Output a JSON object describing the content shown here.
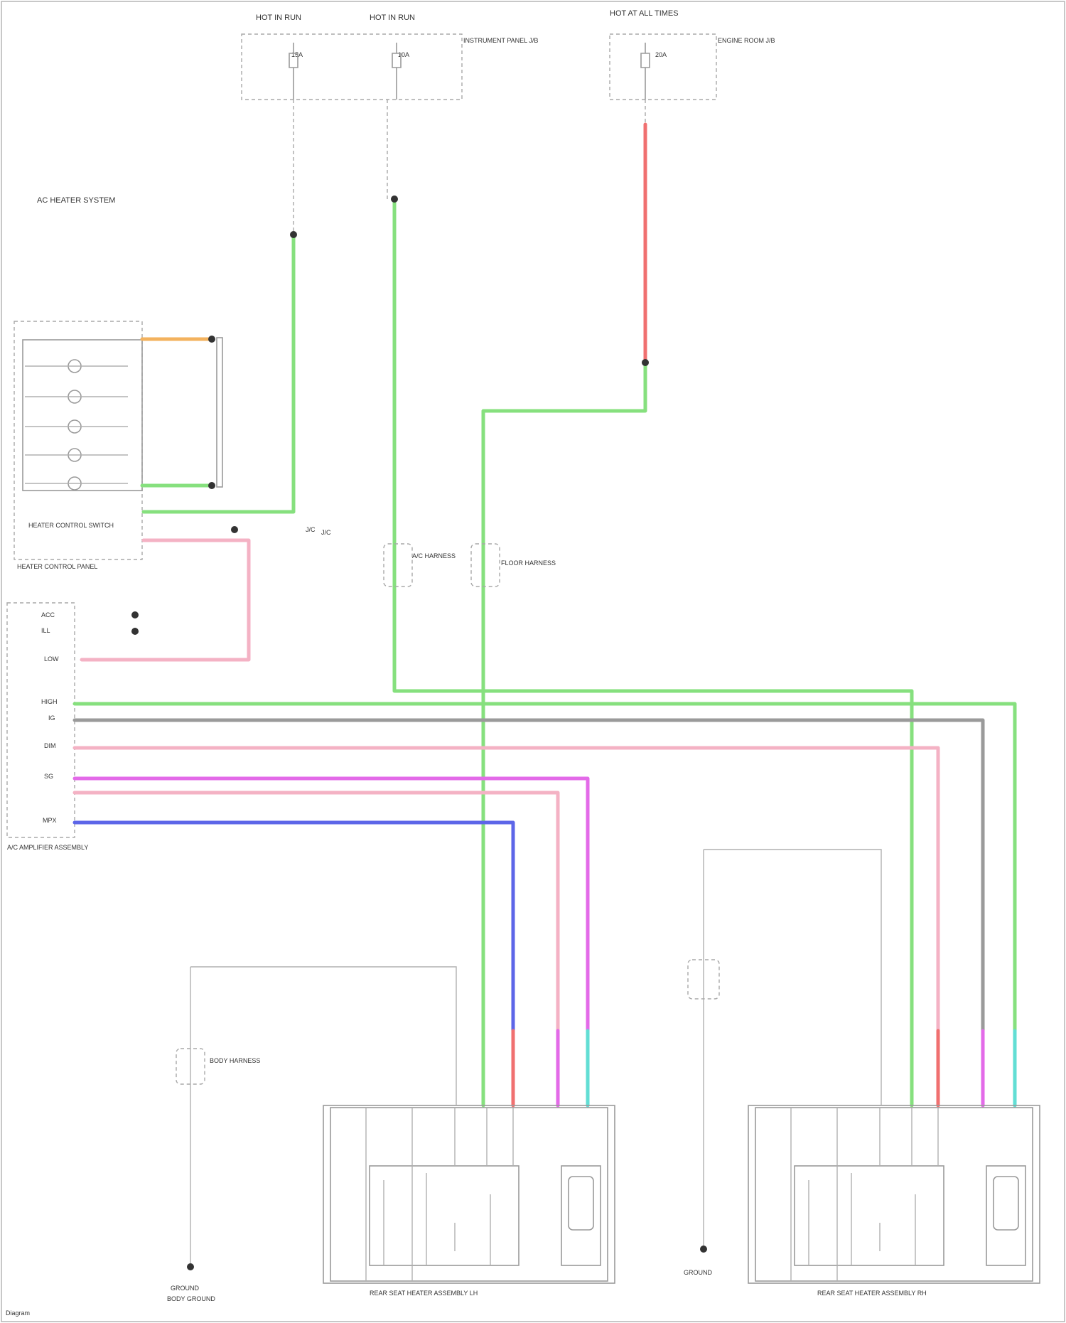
{
  "colors": {
    "green": "#86e07e",
    "red": "#f07070",
    "pink": "#f4b2c4",
    "magenta": "#e36ae8",
    "gray": "#9a9a9a",
    "blue": "#5d66e8",
    "orange": "#f3b25e",
    "cyan": "#62ded4"
  },
  "labels": {
    "top_fuse_1": "HOT IN RUN",
    "top_fuse_2": "HOT IN RUN",
    "top_fuse_3": "HOT AT ALL TIMES",
    "fuse_a": "15A",
    "fuse_b": "10A",
    "fuse_c": "20A",
    "fuse_box_left": "INSTRUMENT PANEL J/B",
    "fuse_box_right": "ENGINE ROOM J/B",
    "system_note": "AC HEATER SYSTEM",
    "switch_panel": "HEATER CONTROL SWITCH",
    "switch_block": "HEATER CONTROL PANEL",
    "body_ground_1": "BODY GROUND",
    "ecm_label": "A/C AMPLIFIER ASSEMBLY",
    "ecm_pins": [
      "ACC",
      "ILL",
      "LOW",
      "HIGH",
      "IG",
      "DIM",
      "SG",
      "MPX"
    ],
    "junction_1": "J/C",
    "junction_2": "J/C",
    "connector_1": "A/C HARNESS",
    "connector_2": "FLOOR HARNESS",
    "connector_3": "BODY HARNESS",
    "motor_left": "REAR SEAT HEATER ASSEMBLY LH",
    "motor_right": "REAR SEAT HEATER ASSEMBLY RH",
    "ground_left": "GROUND",
    "ground_right": "GROUND",
    "footer": "Diagram"
  }
}
